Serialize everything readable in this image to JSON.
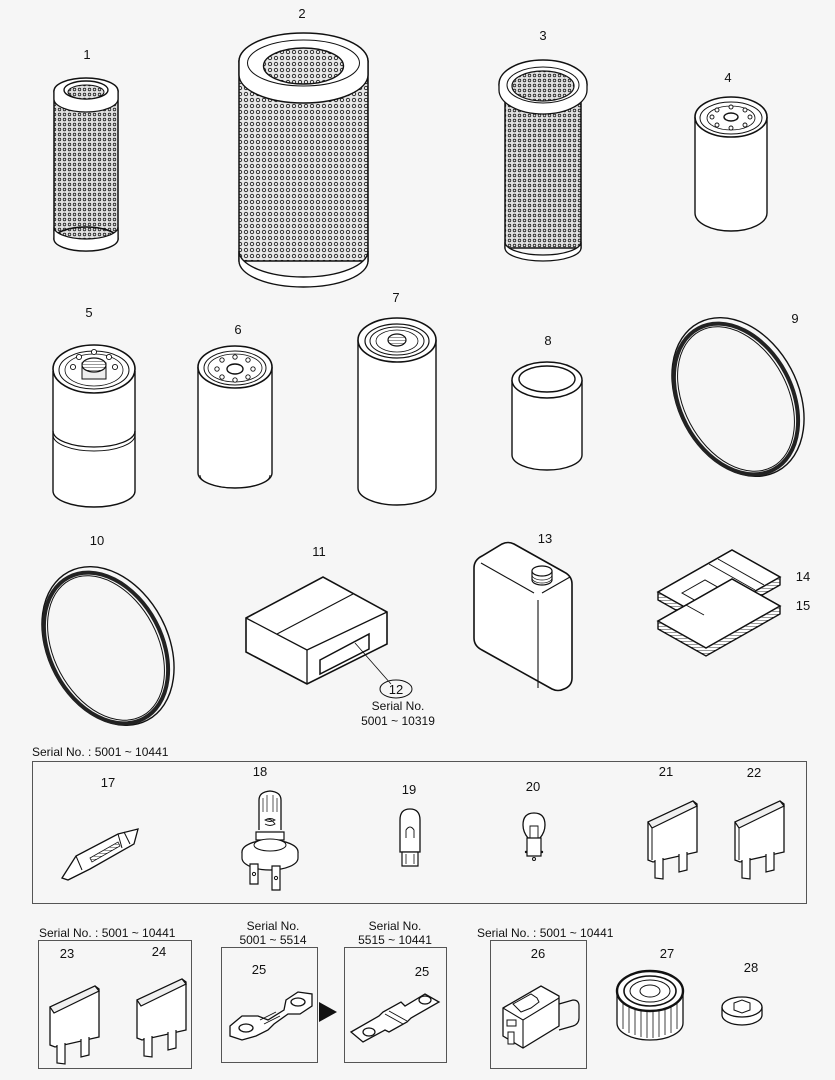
{
  "diagram": {
    "background": "#f6f6f6",
    "line_color": "#111111",
    "items": [
      {
        "no": "1",
        "part": "cylindrical-mesh-filter-small"
      },
      {
        "no": "2",
        "part": "cylindrical-mesh-filter-large"
      },
      {
        "no": "3",
        "part": "cylindrical-mesh-filter-flanged"
      },
      {
        "no": "4",
        "part": "spin-on-filter"
      },
      {
        "no": "5",
        "part": "spin-on-filter-double"
      },
      {
        "no": "6",
        "part": "spin-on-filter"
      },
      {
        "no": "7",
        "part": "spin-on-filter-tall"
      },
      {
        "no": "8",
        "part": "filter-element-sleeve"
      },
      {
        "no": "9",
        "part": "belt"
      },
      {
        "no": "10",
        "part": "belt"
      },
      {
        "no": "11",
        "part": "box"
      },
      {
        "no": "12",
        "part": "label"
      },
      {
        "no": "13",
        "part": "canister"
      },
      {
        "no": "14",
        "part": "manual"
      },
      {
        "no": "15",
        "part": "manual"
      },
      {
        "no": "17",
        "part": "festoon-bulb"
      },
      {
        "no": "18",
        "part": "halogen-bulb"
      },
      {
        "no": "19",
        "part": "wedge-bulb"
      },
      {
        "no": "20",
        "part": "bayonet-bulb"
      },
      {
        "no": "21",
        "part": "blade-fuse"
      },
      {
        "no": "22",
        "part": "blade-fuse"
      },
      {
        "no": "23",
        "part": "blade-fuse"
      },
      {
        "no": "24",
        "part": "blade-fuse"
      },
      {
        "no": "25",
        "part": "fusible-link"
      },
      {
        "no": "26",
        "part": "connector"
      },
      {
        "no": "27",
        "part": "filter-cartridge"
      },
      {
        "no": "28",
        "part": "nut"
      }
    ],
    "notes": {
      "item12_serial_label": "Serial No.",
      "item12_serial_range": "5001 ~ 10319",
      "bulbs_group_serial": "Serial No. : 5001 ~ 10441",
      "fuses_23_24_serial": "Serial No. : 5001 ~ 10441",
      "link25_old_label": "Serial No.",
      "link25_old_range": "5001 ~ 5514",
      "link25_new_label": "Serial No.",
      "link25_new_range": "5515 ~ 10441",
      "connector26_serial": "Serial No. : 5001 ~ 10441"
    },
    "arrow": "replacement-arrow"
  }
}
